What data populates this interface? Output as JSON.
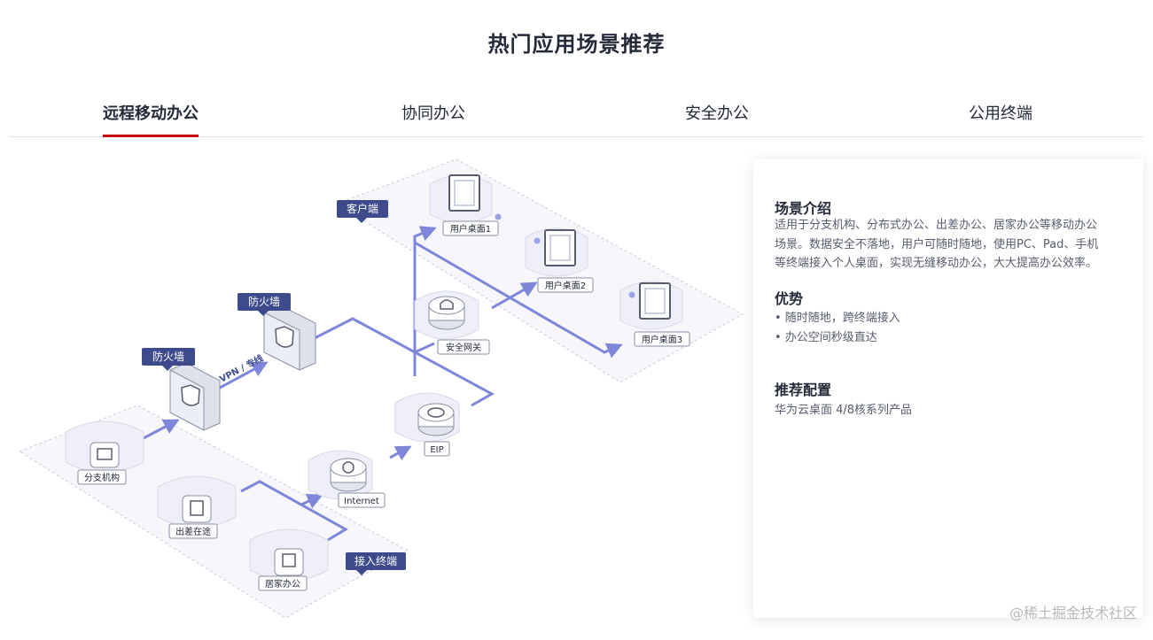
{
  "page_title": "热门应用场景推荐",
  "tabs": [
    {
      "label": "远程移动办公",
      "active": true
    },
    {
      "label": "协同办公",
      "active": false
    },
    {
      "label": "安全办公",
      "active": false
    },
    {
      "label": "公用终端",
      "active": false
    }
  ],
  "diagram": {
    "tags": {
      "client": "客户端",
      "firewall_1": "防火墙",
      "firewall_2": "防火墙",
      "access": "接入终端"
    },
    "nodes": {
      "desktop1": "用户桌面1",
      "desktop2": "用户桌面2",
      "desktop3": "用户桌面3",
      "gateway": "安全网关",
      "eip": "EIP",
      "internet": "Internet",
      "branch": "分支机构",
      "travel": "出差在途",
      "home": "居家办公"
    },
    "link_label": "VPN / 专线"
  },
  "panel": {
    "intro_title": "场景介绍",
    "intro_lines": [
      "适用于分支机构、分布式办公、出差办公、居家办公等移动办公",
      "场景。数据安全不落地，用户可随时随地，使用PC、Pad、手机",
      "等终端接入个人桌面，实现无缝移动办公，大大提高办公效率。"
    ],
    "adv_title": "优势",
    "advantages": [
      "• 随时随地，跨终端接入",
      "• 办公空间秒级直达"
    ],
    "config_title": "推荐配置",
    "config_text": "华为云桌面 4/8核系列产品"
  },
  "watermark": "@稀土掘金技术社区",
  "colors": {
    "accent": "#c7000b",
    "tag": "#3d4b8c",
    "line": "#7d86d9"
  }
}
